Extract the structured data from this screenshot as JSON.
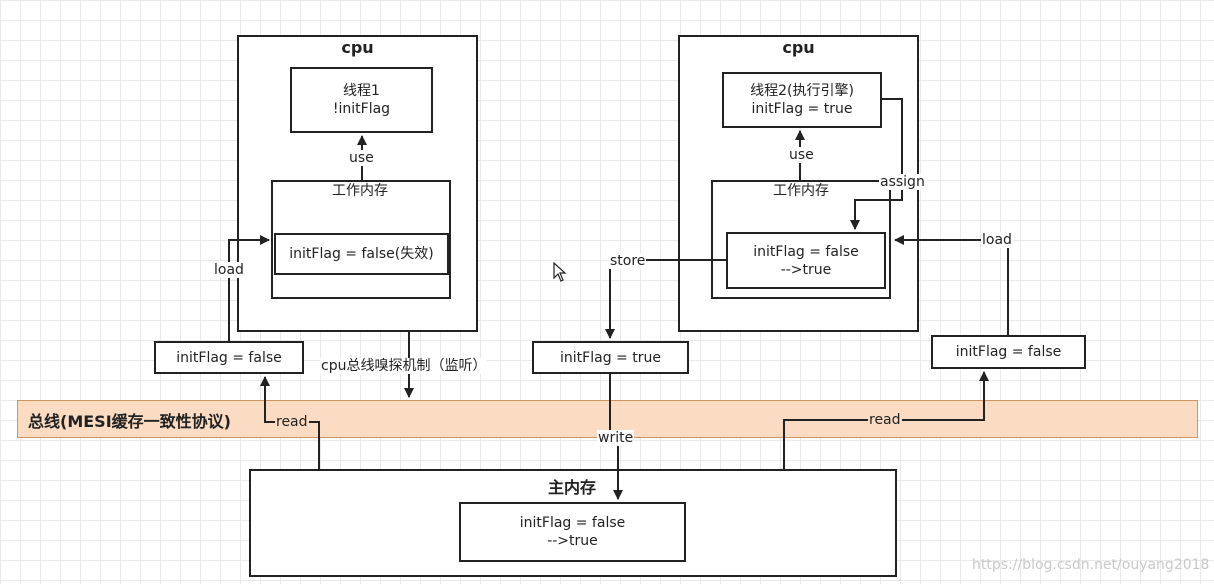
{
  "cpu_left": {
    "title": "cpu",
    "thread": {
      "line1": "线程1",
      "line2": "!initFlag"
    },
    "use_label": "use",
    "work_memory": {
      "title": "工作内存",
      "value": "initFlag = false(失效)"
    },
    "load_label": "load"
  },
  "cpu_right": {
    "title": "cpu",
    "thread": {
      "line1": "线程2(执行引擎)",
      "line2": "initFlag = true"
    },
    "use_label": "use",
    "assign_label": "assign",
    "work_memory": {
      "title": "工作内存",
      "value_line1": "initFlag = false",
      "value_line2": "-->true"
    },
    "store_label": "store",
    "load_label": "load"
  },
  "bus_values": {
    "left": "initFlag = false",
    "middle": "initFlag = true",
    "right": "initFlag = false"
  },
  "sniff_label": "cpu总线嗅探机制（监听）",
  "bus": {
    "title": "总线(MESI缓存一致性协议)"
  },
  "read_left": "read",
  "read_right": "read",
  "write_label": "write",
  "main_memory": {
    "title": "主内存",
    "value_line1": "initFlag = false",
    "value_line2": "-->true"
  },
  "watermark": "https://blog.csdn.net/ouyang2018",
  "colors": {
    "bus_fill": "#fbdcc3",
    "bus_border": "#d4935a",
    "line": "#222222"
  },
  "icons": {
    "cursor": "mouse-pointer-icon"
  }
}
